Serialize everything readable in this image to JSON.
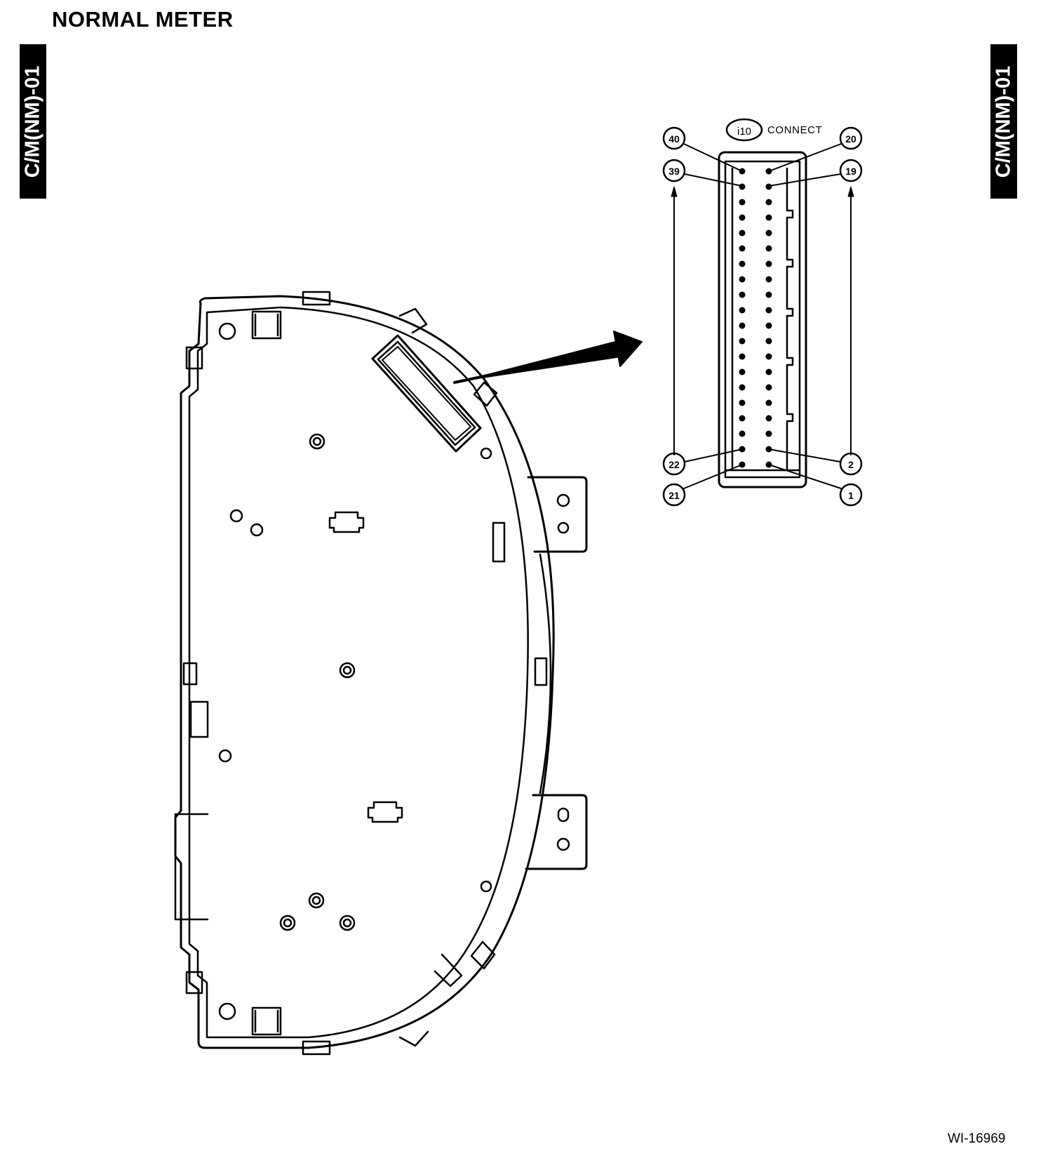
{
  "title": "NORMAL METER",
  "side_tab_left": "C/M(NM)-01",
  "side_tab_right": "C/M(NM)-01",
  "connector": {
    "id": "i10",
    "label": "CONNECT",
    "pins_total": 40,
    "callouts": [
      "40",
      "39",
      "22",
      "21",
      "20",
      "19",
      "2",
      "1"
    ]
  },
  "figure_code": "WI-16969"
}
